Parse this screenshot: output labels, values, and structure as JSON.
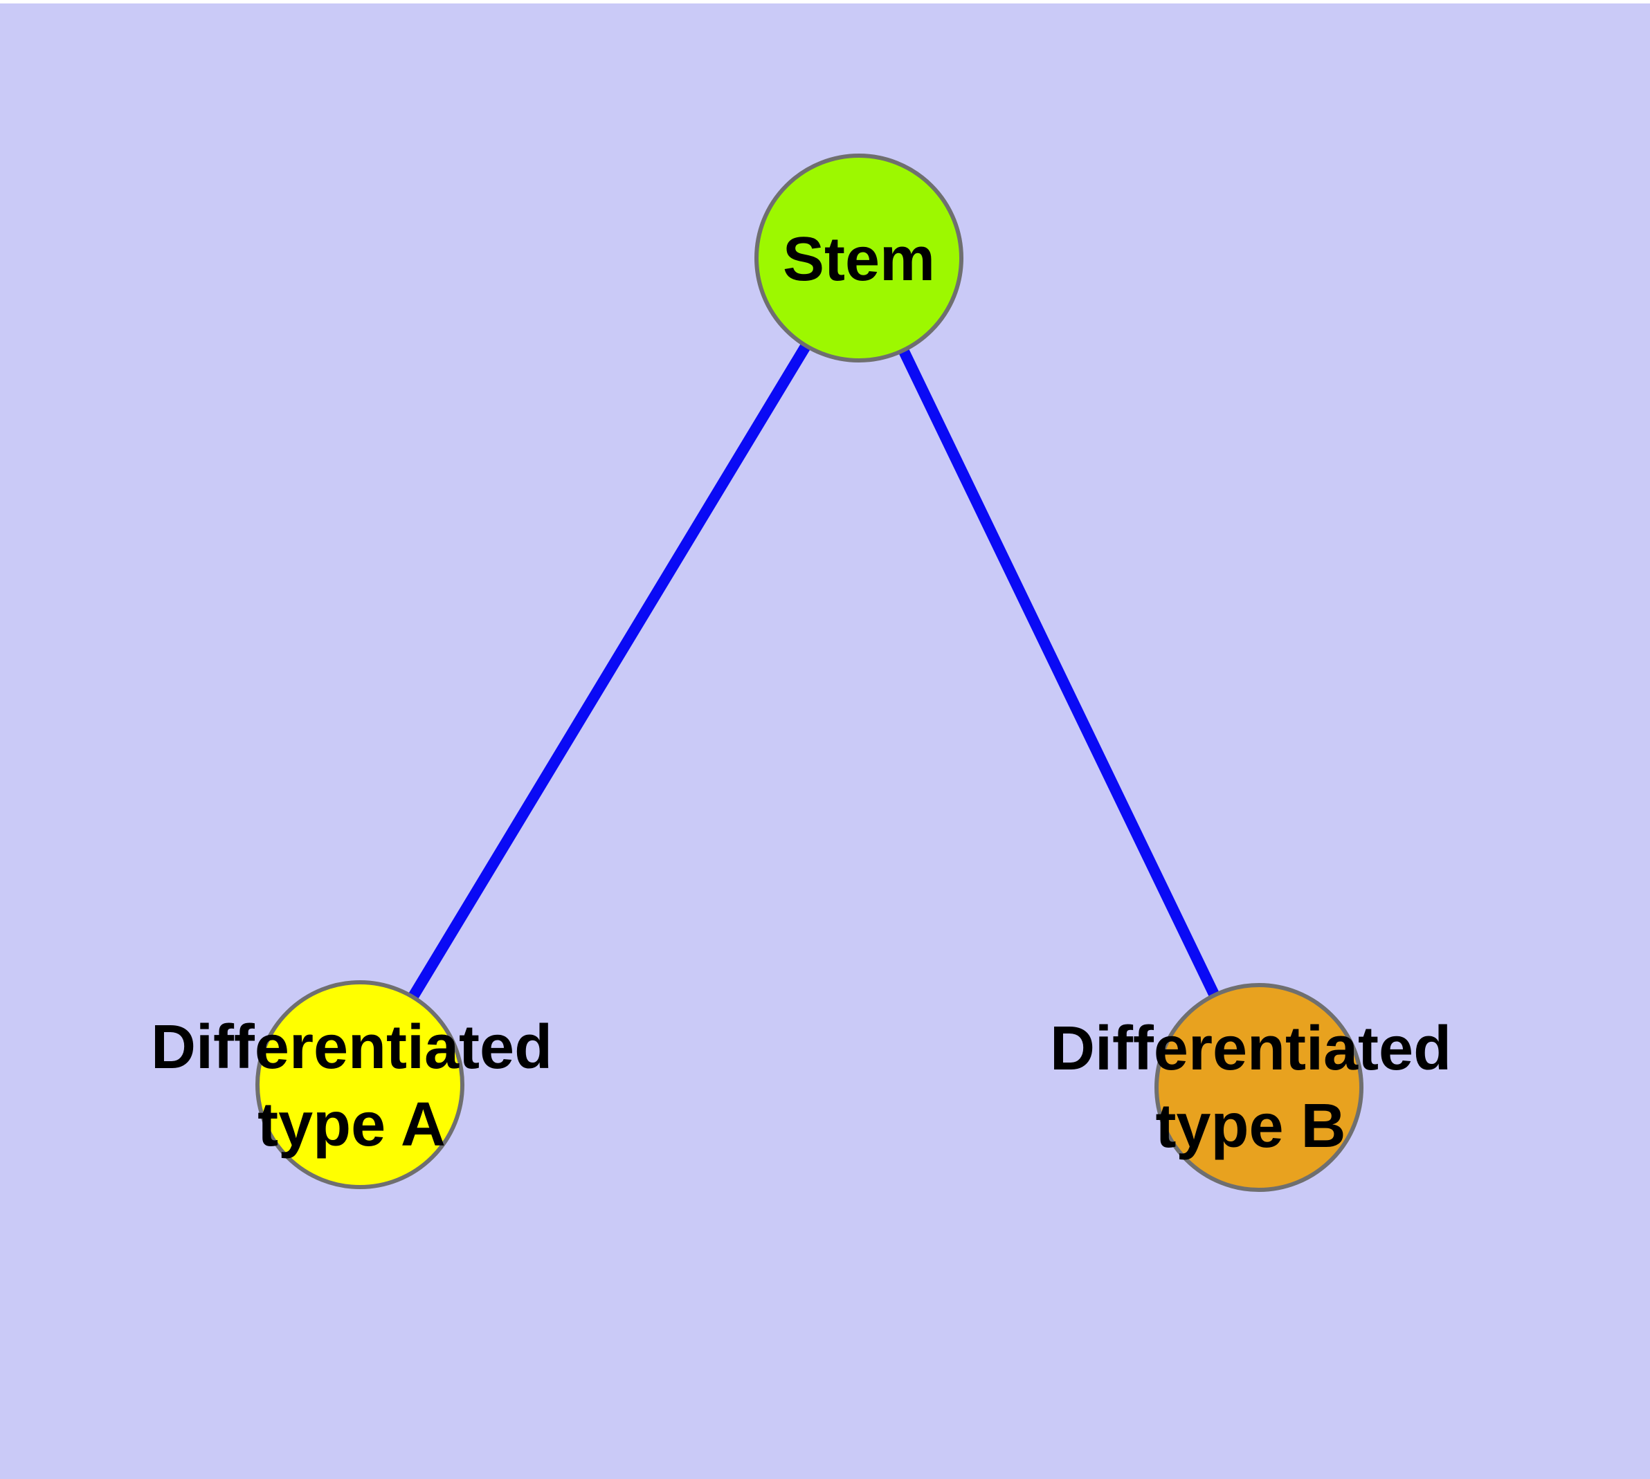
{
  "diagram": {
    "colors": {
      "background": "#CACAF7",
      "edge": "#0A0AF5",
      "node_border": "#6F6F6F",
      "label": "#000000"
    },
    "nodes": [
      {
        "id": "stem",
        "lines": [
          "Stem"
        ],
        "color": "#9DF800"
      },
      {
        "id": "type-a",
        "lines": [
          "Differentiated",
          "type A"
        ],
        "color": "#FFFF00"
      },
      {
        "id": "type-b",
        "lines": [
          "Differentiated",
          "type B"
        ],
        "color": "#E8A21F"
      }
    ],
    "edges": [
      {
        "from": "stem",
        "to": "type-a"
      },
      {
        "from": "stem",
        "to": "type-b"
      }
    ]
  }
}
